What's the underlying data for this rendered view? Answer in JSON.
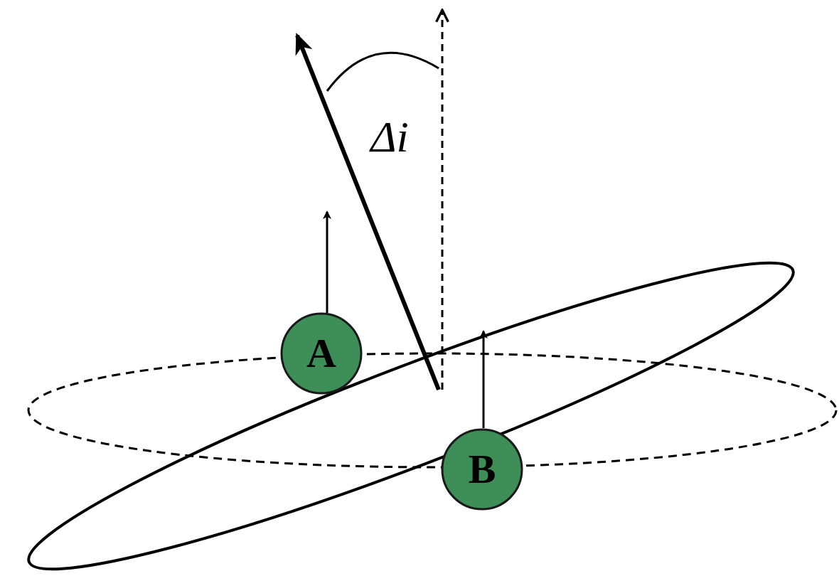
{
  "diagram": {
    "nodes": [
      {
        "text": [
          "A"
        ]
      },
      {
        "text": [
          "B"
        ]
      }
    ],
    "labels": [
      "Δi"
    ]
  }
}
